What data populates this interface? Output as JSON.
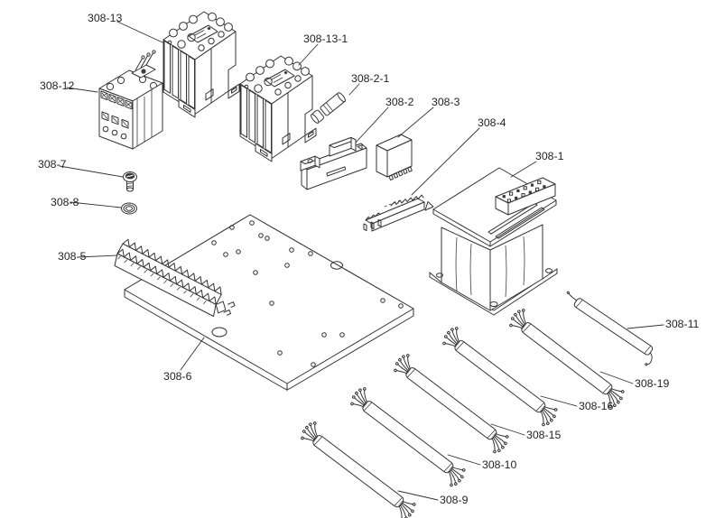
{
  "diagram": {
    "background_color": "#ffffff",
    "line_color": "#333333",
    "label_color": "#231f20",
    "labels": [
      "308-13",
      "308-13-1",
      "308-12",
      "308-2-1",
      "308-2",
      "308-3",
      "308-4",
      "308-1",
      "308-7",
      "308-8",
      "308-5",
      "308-6",
      "308-11",
      "308-19",
      "308-16",
      "308-15",
      "308-10",
      "308-9"
    ]
  }
}
